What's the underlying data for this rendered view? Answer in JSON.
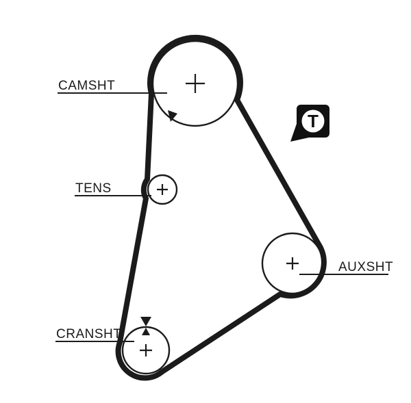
{
  "diagram": {
    "labels": {
      "camshaft": "CAMSHT",
      "tensioner": "TENS",
      "crankshaft": "CRANSHT",
      "aux_shaft": "AUXSHT"
    },
    "badge": {
      "t": "T"
    },
    "colors": {
      "line": "#1b1b1b",
      "background": "#ffffff",
      "badge_bg": "#111111",
      "badge_fg": "#ffffff"
    }
  }
}
